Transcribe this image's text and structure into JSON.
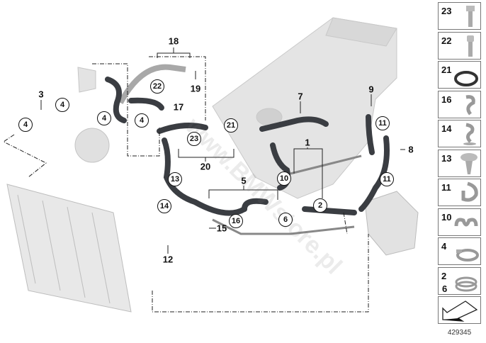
{
  "diagram": {
    "callouts": [
      "18",
      "19",
      "22",
      "17",
      "3",
      "4",
      "4",
      "4",
      "4",
      "21",
      "23",
      "20",
      "7",
      "9",
      "11",
      "11",
      "8",
      "1",
      "10",
      "5",
      "13",
      "14",
      "15",
      "16",
      "6",
      "2",
      "12"
    ],
    "watermark": "www.BMWstore.pl"
  },
  "legend": {
    "items": [
      "23",
      "22",
      "21",
      "16",
      "14",
      "13",
      "11",
      "10",
      "4"
    ],
    "combined": [
      "2",
      "6"
    ],
    "diagram_number": "429345"
  }
}
